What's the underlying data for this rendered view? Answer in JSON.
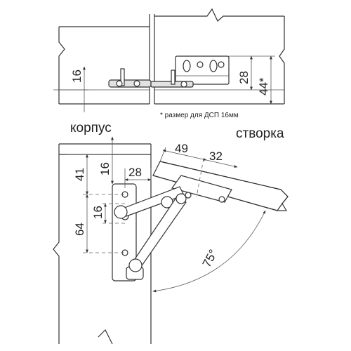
{
  "labels": {
    "cabinet": "корпус",
    "flap": "створка",
    "footnote": "* размер для ДСП 16мм"
  },
  "top_view": {
    "dim_left_16": "16",
    "dim_28": "28",
    "dim_44": "44*"
  },
  "side_view": {
    "dim_49": "49",
    "dim_32": "32",
    "dim_16_top": "16",
    "dim_41": "41",
    "dim_28": "28",
    "dim_16_mid": "16",
    "dim_64": "64",
    "angle": "75°"
  }
}
